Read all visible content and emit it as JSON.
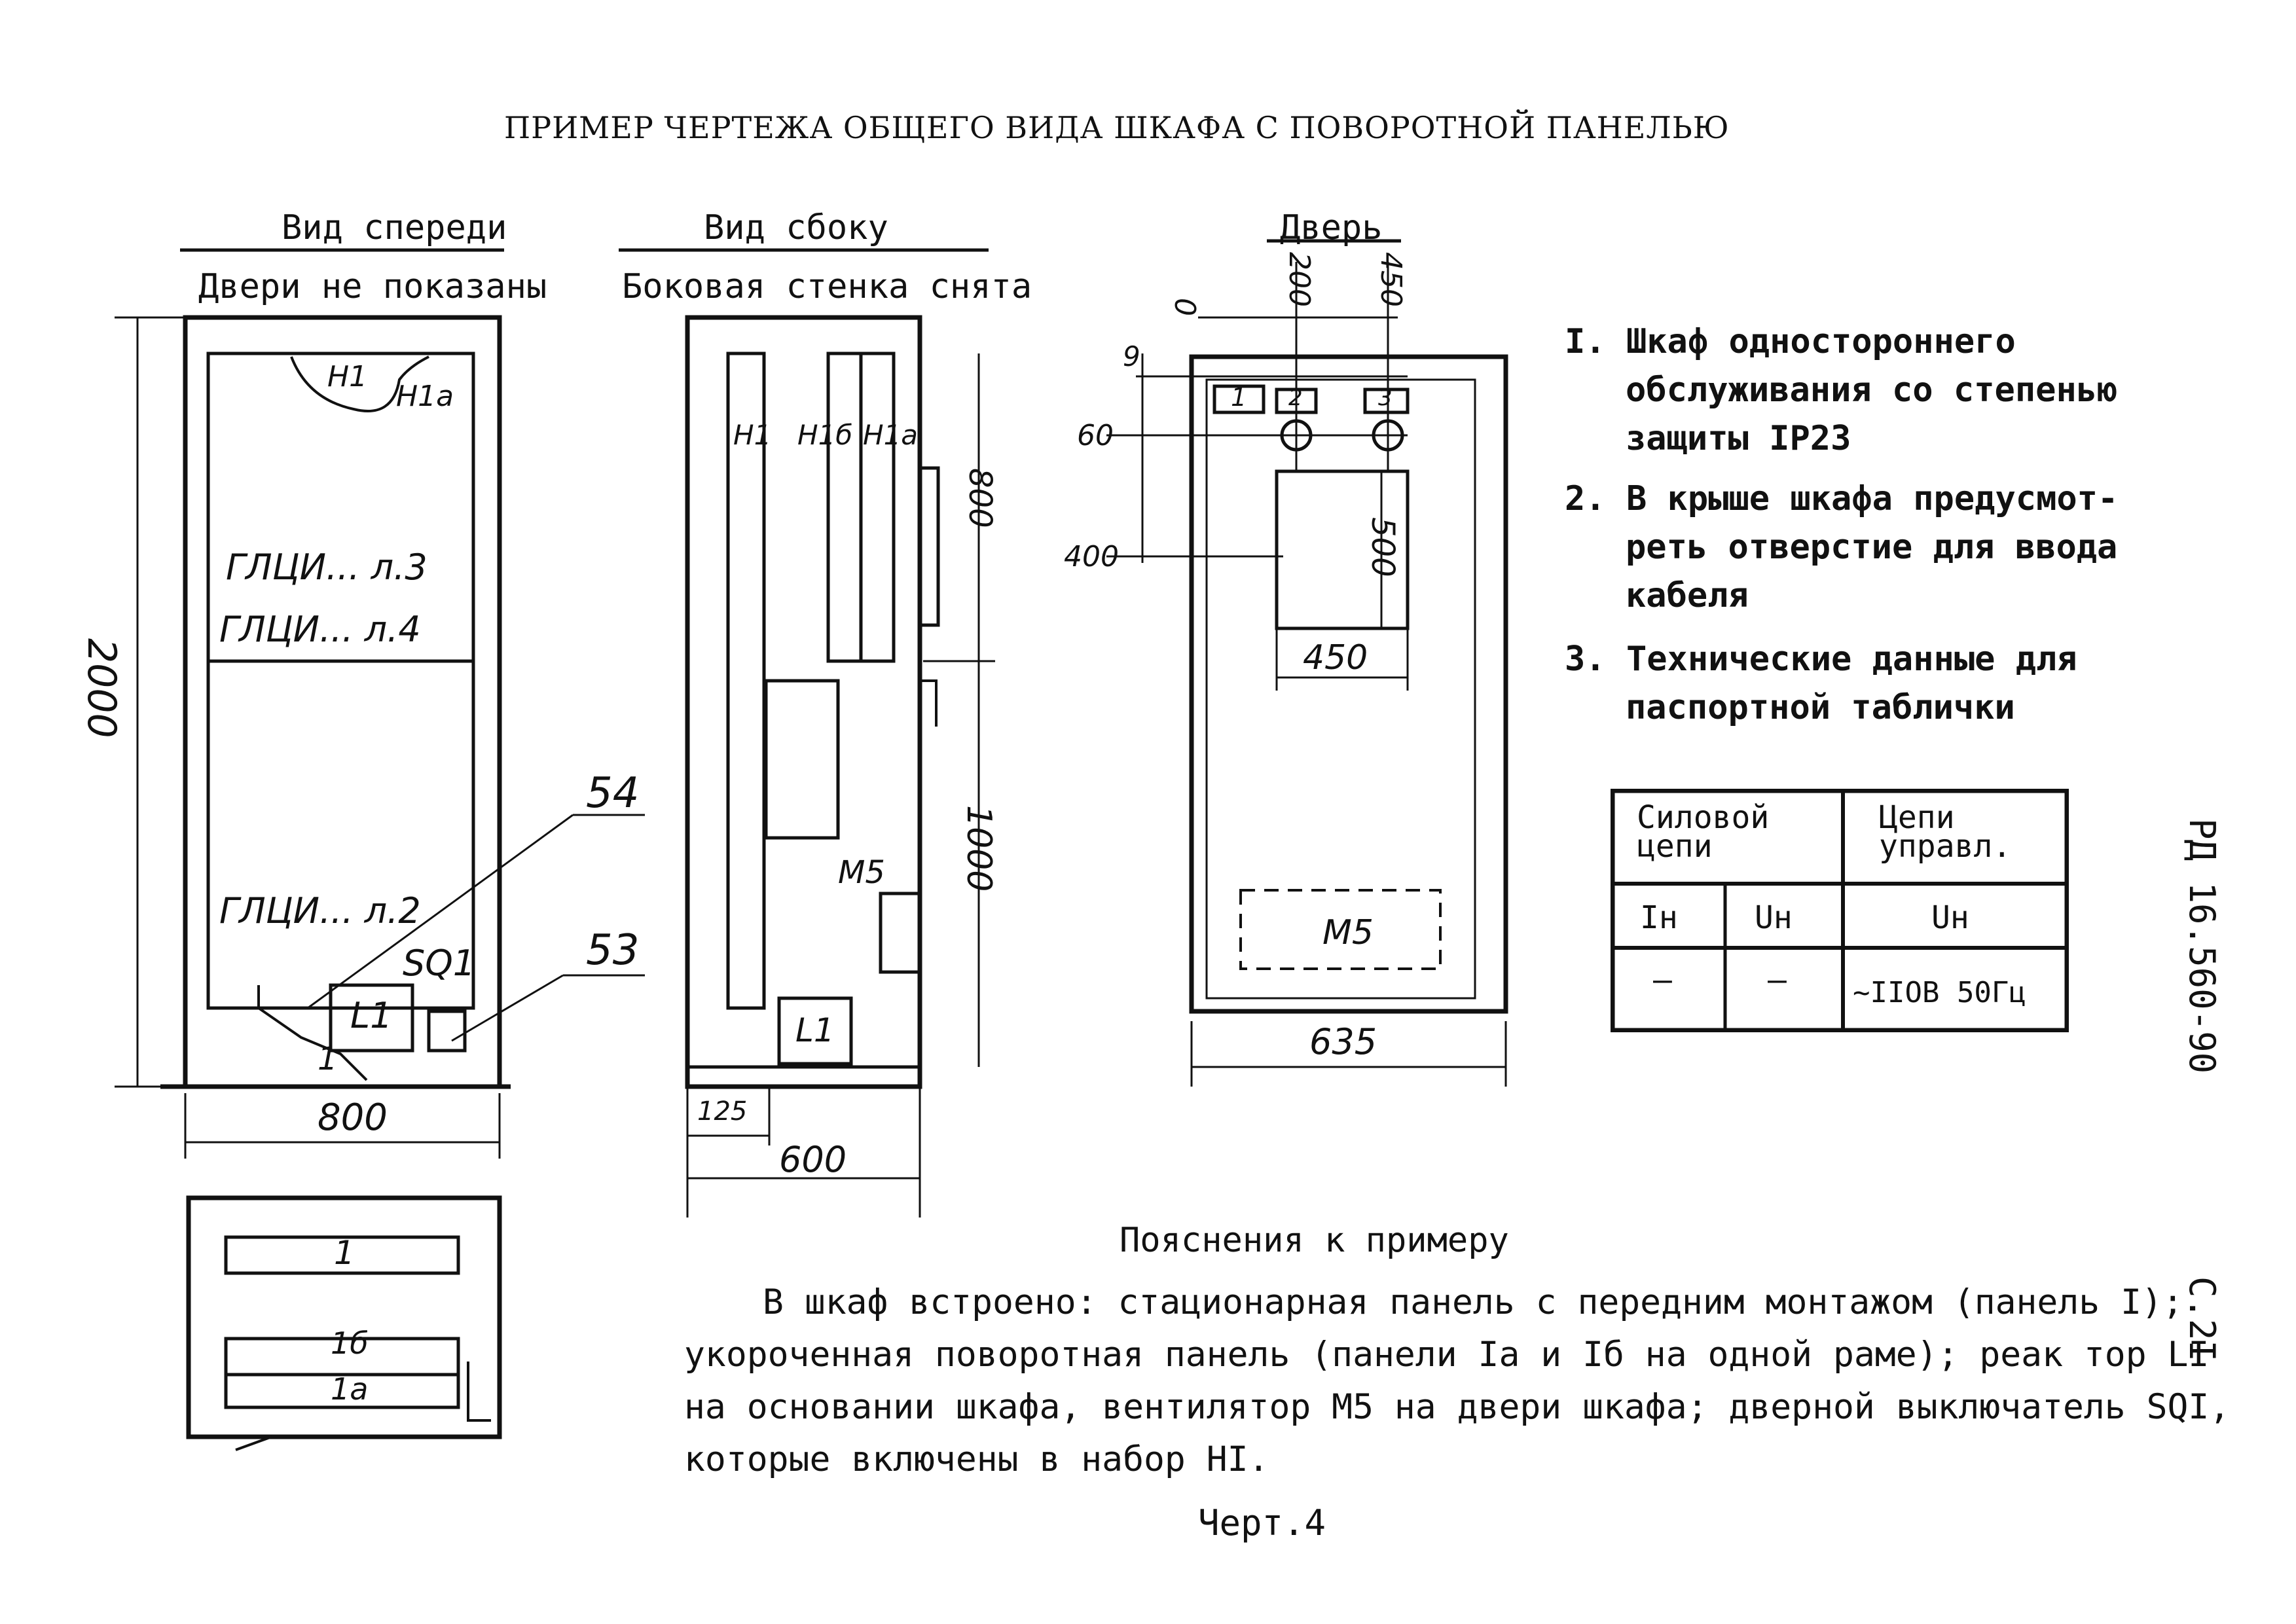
{
  "title": "ПРИМЕР ЧЕРТЕЖА ОБЩЕГО ВИДА ШКАФА С ПОВОРОТНОЙ ПАНЕЛЬЮ",
  "views": {
    "front": {
      "heading": "Вид спереди",
      "subtitle": "Двери не показаны"
    },
    "side": {
      "heading": "Вид сбоку",
      "subtitle": "Боковая стенка снята"
    },
    "door": {
      "heading": "Дверь"
    }
  },
  "front_labels": {
    "h1": "H1",
    "h1a": "H1a",
    "glci3": "ГЛЦИ... л.3",
    "glci4": "ГЛЦИ... л.4",
    "glci2": "ГЛЦИ... л.2",
    "sq1": "SQ1",
    "l1": "L1",
    "one": "1",
    "callout54": "54",
    "callout53": "53",
    "dim_height": "2000",
    "dim_width": "800"
  },
  "plan_labels": {
    "p1": "1",
    "p1b": "1б",
    "p1a": "1а"
  },
  "side_labels": {
    "h1": "H1",
    "h1b": "H1б",
    "h1a": "H1a",
    "m5": "M5",
    "l1": "L1",
    "dim_800": "800",
    "dim_1000": "1000",
    "dim_125": "125",
    "dim_600": "600"
  },
  "door_labels": {
    "p1": "1",
    "p2": "2",
    "p3": "3",
    "m5": "M5",
    "dim_0": "0",
    "dim_200": "200",
    "dim_450_top": "450",
    "dim_9": "9",
    "dim_60": "60",
    "dim_400": "400",
    "dim_500": "500",
    "dim_450": "450",
    "dim_635": "635"
  },
  "notes": [
    {
      "num": "I.",
      "lines": [
        "Шкаф одностороннего",
        "обслуживания со степенью",
        "защиты IP23"
      ]
    },
    {
      "num": "2.",
      "lines": [
        "В крыше шкафа предусмот-",
        "реть отверстие для ввода",
        "кабеля"
      ]
    },
    {
      "num": "3.",
      "lines": [
        "Технические данные для",
        "паспортной таблички"
      ]
    }
  ],
  "table": {
    "power_header": "Силовой цепи",
    "control_header": "Цепи управл.",
    "in_label": "Iн",
    "un_label": "Uн",
    "un_ctrl_label": "Uн",
    "in_value": "—",
    "un_value": "—",
    "ctrl_value": "~IIОВ 50Гц"
  },
  "explanation": {
    "heading": "Пояснения к примеру",
    "lines": [
      "В шкаф встроено: стационарная панель с передним монтажом (панель I);",
      "укороченная поворотная панель (панели Iа и Iб на одной раме); реак тор LI",
      "на основании шкафа, вентилятор М5 на двери шкафа; дверной выключатель SQI,",
      "которые включены в набор HI."
    ]
  },
  "caption": "Черт.4",
  "side_margin": {
    "doc": "РД 16.560-90",
    "page": "С.2I"
  }
}
